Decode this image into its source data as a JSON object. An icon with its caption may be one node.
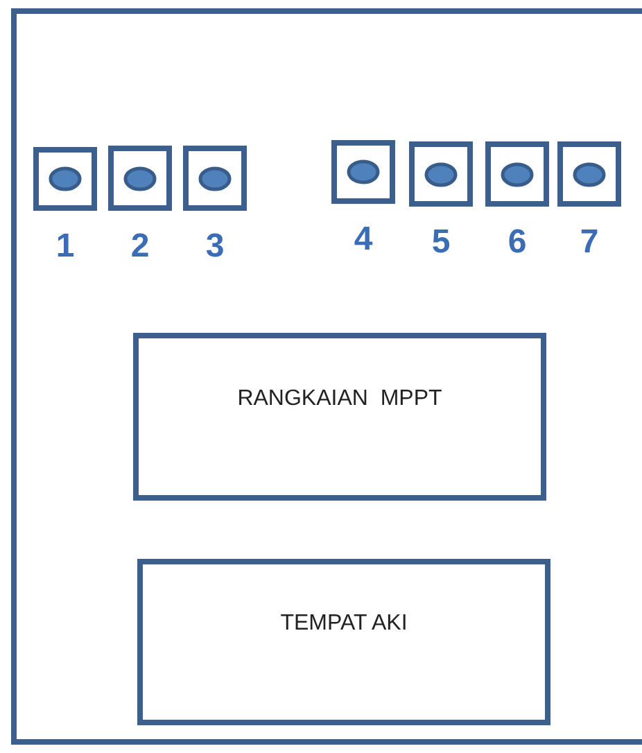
{
  "diagram": {
    "nodes": [
      {
        "text": [],
        "shape": "box"
      },
      {
        "text": [],
        "shape": "box",
        "in": 0,
        "beside": [
          "1"
        ]
      },
      {
        "text": [],
        "shape": "box",
        "in": 0,
        "beside": [
          "2"
        ]
      },
      {
        "text": [],
        "shape": "box",
        "in": 0,
        "beside": [
          "3"
        ]
      },
      {
        "text": [],
        "shape": "box",
        "in": 0,
        "beside": [
          "4"
        ]
      },
      {
        "text": [],
        "shape": "box",
        "in": 0,
        "beside": [
          "5"
        ]
      },
      {
        "text": [],
        "shape": "box",
        "in": 0,
        "beside": [
          "6"
        ]
      },
      {
        "text": [],
        "shape": "box",
        "in": 0,
        "beside": [
          "7"
        ]
      },
      {
        "text": [
          "RANGKAIAN  MPPT"
        ],
        "in": 0
      },
      {
        "text": [
          "TEMPAT AKI"
        ],
        "in": 0
      }
    ]
  }
}
